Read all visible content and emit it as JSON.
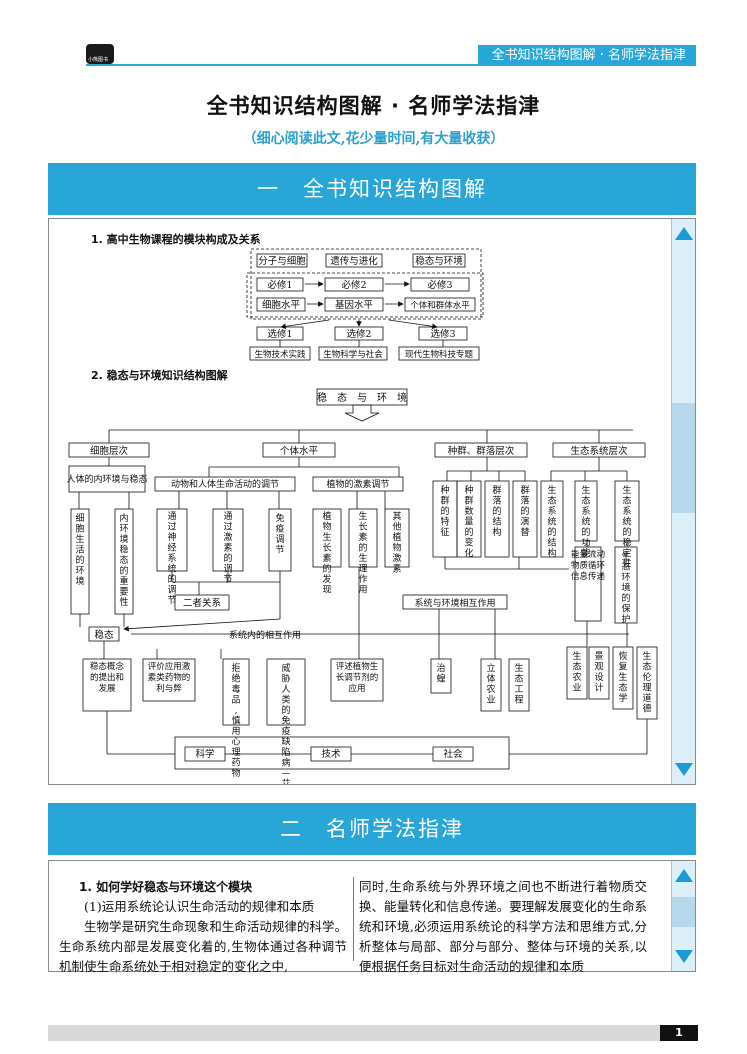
{
  "header": {
    "logo_text": "小熊图书",
    "tag": "全书知识结构图解 · 名师学法指津"
  },
  "title": "全书知识结构图解 · 名师学法指津",
  "subtitle": "（细心阅读此文,花少量时间,有大量收获）",
  "section1": {
    "title": "一　全书知识结构图解"
  },
  "section2": {
    "title": "二　名师学法指津"
  },
  "diagram1": {
    "heading": "1. 高中生物课程的模块构成及关系",
    "row1": [
      "分子与细胞",
      "遗传与进化",
      "稳态与环境"
    ],
    "row2": [
      "必修1",
      "必修2",
      "必修3"
    ],
    "row3": [
      "细胞水平",
      "基因水平",
      "个体和群体水平"
    ],
    "row4": [
      "选修1",
      "选修2",
      "选修3"
    ],
    "row5": [
      "生物技术实践",
      "生物科学与社会",
      "现代生物科技专题"
    ]
  },
  "diagram2": {
    "heading": "2. 稳态与环境知识结构图解",
    "root": "稳　态　与　环　境",
    "levels": [
      "细胞层次",
      "个体水平",
      "种群、群落层次",
      "生态系统层次"
    ],
    "inner": "人体的内环境与稳态",
    "animal": "动物和人体生命活动的调节",
    "plant": "植物的激素调节",
    "v_cell": "细胞生活的环境",
    "v_inner": "内环境稳态的重要性",
    "v_nerve": "通过神经系统的调节",
    "v_hormone": "通过激素的调节",
    "v_immune": "免疫调节",
    "v_auxin": "植物生长素的发现",
    "v_auxin2": "生长素的生理作用",
    "v_other": "其他植物激素",
    "v_pop_feat": "种群的特征",
    "v_pop_change": "种群数量的变化",
    "v_comm_struct": "群落的结构",
    "v_succession": "群落的演替",
    "v_eco_struct": "生态系统的结构",
    "v_eco_func": "生态系统的功能",
    "v_eco_stab": "生态系统的稳定性",
    "relation": "二者关系",
    "homeo": "稳态",
    "eco_interact": "系统与环境相互作用",
    "sys_interact": "系统内的相互作用",
    "flow": "能量流动物质循环信息传递",
    "protect": "生态环境的保护",
    "b_concept": "稳态概念的提出和发展",
    "b_eval": "评价应用激素类药物的利与弊",
    "b_drug": "拒绝毒品,慎用心理药物",
    "b_aids": "威胁人类的免疫缺陷病—艾滋病",
    "b_plant_reg": "评述植物生长调节剂的应用",
    "b_locust": "治蝗",
    "b_3d": "立体农业",
    "b_eco_eng": "生态工程",
    "b_eco_agri": "生态农业",
    "b_landscape": "景观设计",
    "b_restore": "恢复生态学",
    "b_ethics": "生态伦理道德",
    "bottom": [
      "科学",
      "技术",
      "社会"
    ]
  },
  "text": {
    "heading": "1. 如何学好稳态与环境这个模块",
    "sub": "(1)运用系统论认识生命活动的规律和本质",
    "left_para": "生物学是研究生命现象和生命活动规律的科学。生命系统内部是发展变化着的,生物体通过各种调节机制使生命系统处于相对稳定的变化之中,",
    "right_para": "同时,生命系统与外界环境之间也不断进行着物质交换、能量转化和信息传递。要理解发展变化的生命系统和环境,必须运用系统论的科学方法和思维方式,分析整体与局部、部分与部分、整体与环境的关系,以便根据任务目标对生命活动的规律和本质"
  },
  "footer": {
    "page": "1"
  },
  "colors": {
    "accent": "#29a6d8",
    "arrow": "#1a9bd7"
  }
}
